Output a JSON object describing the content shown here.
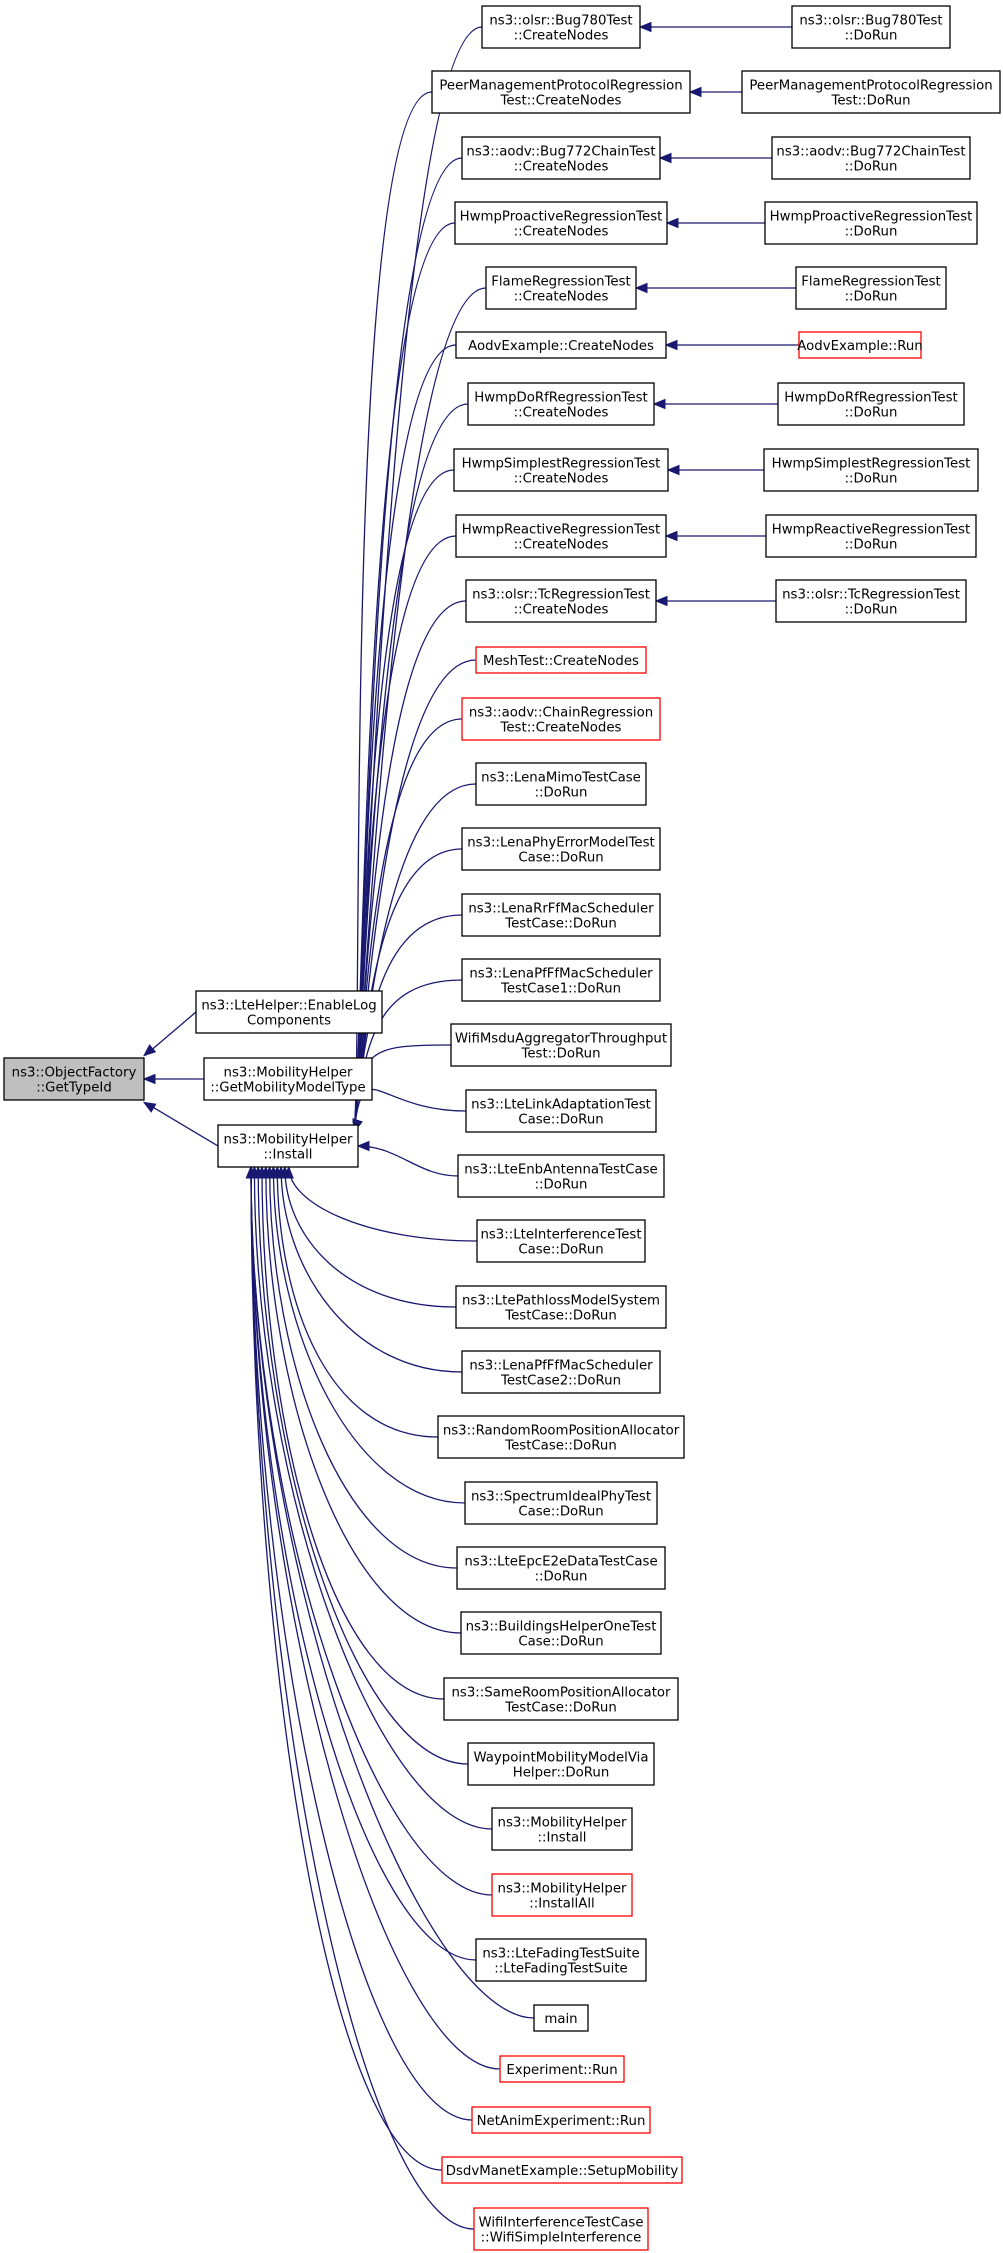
{
  "diagram": {
    "type": "call-graph",
    "colors": {
      "edge": "#191970",
      "root_fill": "#bfbfbf",
      "node_border": "#000000",
      "truncated_node_border": "#ff0000"
    },
    "nodes": [
      {
        "id": "root",
        "lines": [
          "ns3::ObjectFactory",
          "::GetTypeId"
        ],
        "style": "root"
      },
      {
        "id": "lte_enablelog",
        "lines": [
          "ns3::LteHelper::EnableLog",
          "Components"
        ]
      },
      {
        "id": "mob_getmodeltype",
        "lines": [
          "ns3::MobilityHelper",
          "::GetMobilityModelType"
        ]
      },
      {
        "id": "mob_install",
        "lines": [
          "ns3::MobilityHelper",
          "::Install"
        ]
      },
      {
        "id": "olsr780_create",
        "lines": [
          "ns3::olsr::Bug780Test",
          "::CreateNodes"
        ]
      },
      {
        "id": "olsr780_dorun",
        "lines": [
          "ns3::olsr::Bug780Test",
          "::DoRun"
        ]
      },
      {
        "id": "peer_create",
        "lines": [
          "PeerManagementProtocolRegression",
          "Test::CreateNodes"
        ]
      },
      {
        "id": "peer_dorun",
        "lines": [
          "PeerManagementProtocolRegression",
          "Test::DoRun"
        ]
      },
      {
        "id": "aodv772_create",
        "lines": [
          "ns3::aodv::Bug772ChainTest",
          "::CreateNodes"
        ]
      },
      {
        "id": "aodv772_dorun",
        "lines": [
          "ns3::aodv::Bug772ChainTest",
          "::DoRun"
        ]
      },
      {
        "id": "hwmppro_create",
        "lines": [
          "HwmpProactiveRegressionTest",
          "::CreateNodes"
        ]
      },
      {
        "id": "hwmppro_dorun",
        "lines": [
          "HwmpProactiveRegressionTest",
          "::DoRun"
        ]
      },
      {
        "id": "flame_create",
        "lines": [
          "FlameRegressionTest",
          "::CreateNodes"
        ]
      },
      {
        "id": "flame_dorun",
        "lines": [
          "FlameRegressionTest",
          "::DoRun"
        ]
      },
      {
        "id": "aodvex_create",
        "lines": [
          "AodvExample::CreateNodes"
        ]
      },
      {
        "id": "aodvex_run",
        "lines": [
          "AodvExample::Run"
        ],
        "style": "red"
      },
      {
        "id": "hwmpdorf_create",
        "lines": [
          "HwmpDoRfRegressionTest",
          "::CreateNodes"
        ]
      },
      {
        "id": "hwmpdorf_dorun",
        "lines": [
          "HwmpDoRfRegressionTest",
          "::DoRun"
        ]
      },
      {
        "id": "hwmpsimp_create",
        "lines": [
          "HwmpSimplestRegressionTest",
          "::CreateNodes"
        ]
      },
      {
        "id": "hwmpsimp_dorun",
        "lines": [
          "HwmpSimplestRegressionTest",
          "::DoRun"
        ]
      },
      {
        "id": "hwmpreac_create",
        "lines": [
          "HwmpReactiveRegressionTest",
          "::CreateNodes"
        ]
      },
      {
        "id": "hwmpreac_dorun",
        "lines": [
          "HwmpReactiveRegressionTest",
          "::DoRun"
        ]
      },
      {
        "id": "olsrtc_create",
        "lines": [
          "ns3::olsr::TcRegressionTest",
          "::CreateNodes"
        ]
      },
      {
        "id": "olsrtc_dorun",
        "lines": [
          "ns3::olsr::TcRegressionTest",
          "::DoRun"
        ]
      },
      {
        "id": "mesh_create",
        "lines": [
          "MeshTest::CreateNodes"
        ],
        "style": "red"
      },
      {
        "id": "aodvchain_create",
        "lines": [
          "ns3::aodv::ChainRegression",
          "Test::CreateNodes"
        ],
        "style": "red"
      },
      {
        "id": "lenamimo",
        "lines": [
          "ns3::LenaMimoTestCase",
          "::DoRun"
        ]
      },
      {
        "id": "lenaphyerr",
        "lines": [
          "ns3::LenaPhyErrorModelTest",
          "Case::DoRun"
        ]
      },
      {
        "id": "lenarrff",
        "lines": [
          "ns3::LenaRrFfMacScheduler",
          "TestCase::DoRun"
        ]
      },
      {
        "id": "lenapfff1",
        "lines": [
          "ns3::LenaPfFfMacScheduler",
          "TestCase1::DoRun"
        ]
      },
      {
        "id": "wifimsdu",
        "lines": [
          "WifiMsduAggregatorThroughput",
          "Test::DoRun"
        ]
      },
      {
        "id": "ltelinkadapt",
        "lines": [
          "ns3::LteLinkAdaptationTest",
          "Case::DoRun"
        ]
      },
      {
        "id": "lteenbantenna",
        "lines": [
          "ns3::LteEnbAntennaTestCase",
          "::DoRun"
        ]
      },
      {
        "id": "lteinterf",
        "lines": [
          "ns3::LteInterferenceTest",
          "Case::DoRun"
        ]
      },
      {
        "id": "ltepathloss",
        "lines": [
          "ns3::LtePathlossModelSystem",
          "TestCase::DoRun"
        ]
      },
      {
        "id": "lenapfff2",
        "lines": [
          "ns3::LenaPfFfMacScheduler",
          "TestCase2::DoRun"
        ]
      },
      {
        "id": "randomroom",
        "lines": [
          "ns3::RandomRoomPositionAllocator",
          "TestCase::DoRun"
        ]
      },
      {
        "id": "spectrumideal",
        "lines": [
          "ns3::SpectrumIdealPhyTest",
          "Case::DoRun"
        ]
      },
      {
        "id": "lteepce2e",
        "lines": [
          "ns3::LteEpcE2eDataTestCase",
          "::DoRun"
        ]
      },
      {
        "id": "buildingsone",
        "lines": [
          "ns3::BuildingsHelperOneTest",
          "Case::DoRun"
        ]
      },
      {
        "id": "sameroom",
        "lines": [
          "ns3::SameRoomPositionAllocator",
          "TestCase::DoRun"
        ]
      },
      {
        "id": "waypoint",
        "lines": [
          "WaypointMobilityModelVia",
          "Helper::DoRun"
        ]
      },
      {
        "id": "mob_install2",
        "lines": [
          "ns3::MobilityHelper",
          "::Install"
        ]
      },
      {
        "id": "mob_installall",
        "lines": [
          "ns3::MobilityHelper",
          "::InstallAll"
        ],
        "style": "red"
      },
      {
        "id": "ltefading",
        "lines": [
          "ns3::LteFadingTestSuite",
          "::LteFadingTestSuite"
        ]
      },
      {
        "id": "main",
        "lines": [
          "main"
        ]
      },
      {
        "id": "experiment_run",
        "lines": [
          "Experiment::Run"
        ],
        "style": "red"
      },
      {
        "id": "netanim_run",
        "lines": [
          "NetAnimExperiment::Run"
        ],
        "style": "red"
      },
      {
        "id": "dsdv_setup",
        "lines": [
          "DsdvManetExample::SetupMobility"
        ],
        "style": "red"
      },
      {
        "id": "wifiinterf",
        "lines": [
          "WifiInterferenceTestCase",
          "::WifiSimpleInterference"
        ],
        "style": "red"
      }
    ],
    "edges": [
      [
        "lte_enablelog",
        "root"
      ],
      [
        "mob_getmodeltype",
        "root"
      ],
      [
        "mob_install",
        "root"
      ],
      [
        "olsr780_dorun",
        "olsr780_create"
      ],
      [
        "peer_dorun",
        "peer_create"
      ],
      [
        "aodv772_dorun",
        "aodv772_create"
      ],
      [
        "hwmppro_dorun",
        "hwmppro_create"
      ],
      [
        "flame_dorun",
        "flame_create"
      ],
      [
        "aodvex_run",
        "aodvex_create"
      ],
      [
        "hwmpdorf_dorun",
        "hwmpdorf_create"
      ],
      [
        "hwmpsimp_dorun",
        "hwmpsimp_create"
      ],
      [
        "hwmpreac_dorun",
        "hwmpreac_create"
      ],
      [
        "olsrtc_dorun",
        "olsrtc_create"
      ],
      [
        "olsr780_create",
        "mob_install"
      ],
      [
        "peer_create",
        "mob_install"
      ],
      [
        "aodv772_create",
        "mob_install"
      ],
      [
        "hwmppro_create",
        "mob_install"
      ],
      [
        "flame_create",
        "mob_install"
      ],
      [
        "aodvex_create",
        "mob_install"
      ],
      [
        "hwmpdorf_create",
        "mob_install"
      ],
      [
        "hwmpsimp_create",
        "mob_install"
      ],
      [
        "hwmpreac_create",
        "mob_install"
      ],
      [
        "olsrtc_create",
        "mob_install"
      ],
      [
        "mesh_create",
        "mob_install"
      ],
      [
        "aodvchain_create",
        "mob_install"
      ],
      [
        "lenamimo",
        "mob_install"
      ],
      [
        "lenaphyerr",
        "mob_install"
      ],
      [
        "lenarrff",
        "mob_install"
      ],
      [
        "lenapfff1",
        "mob_install"
      ],
      [
        "wifimsdu",
        "mob_install"
      ],
      [
        "ltelinkadapt",
        "mob_install"
      ],
      [
        "lteenbantenna",
        "mob_install"
      ],
      [
        "lteinterf",
        "mob_install"
      ],
      [
        "ltepathloss",
        "mob_install"
      ],
      [
        "lenapfff2",
        "mob_install"
      ],
      [
        "randomroom",
        "mob_install"
      ],
      [
        "spectrumideal",
        "mob_install"
      ],
      [
        "lteepce2e",
        "mob_install"
      ],
      [
        "buildingsone",
        "mob_install"
      ],
      [
        "sameroom",
        "mob_install"
      ],
      [
        "waypoint",
        "mob_install"
      ],
      [
        "mob_install2",
        "mob_install"
      ],
      [
        "mob_installall",
        "mob_install"
      ],
      [
        "ltefading",
        "mob_install"
      ],
      [
        "main",
        "mob_install"
      ],
      [
        "experiment_run",
        "mob_install"
      ],
      [
        "netanim_run",
        "mob_install"
      ],
      [
        "dsdv_setup",
        "mob_install"
      ],
      [
        "wifiinterf",
        "mob_install"
      ]
    ]
  }
}
